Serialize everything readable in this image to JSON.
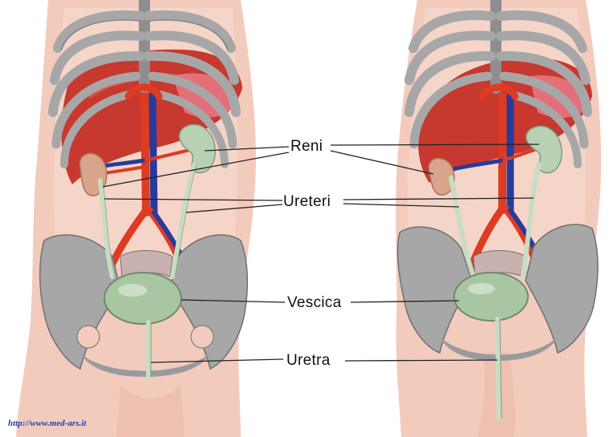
{
  "labels": {
    "kidneys": "Reni",
    "ureters": "Ureteri",
    "bladder": "Vescica",
    "urethra": "Uretra"
  },
  "credit": "http://www.med-ars.it",
  "colors": {
    "skin": "#f2cbbd",
    "skin_light": "#f8e2d8",
    "bone": "#a7a7a8",
    "bone_edge": "#6f6f72",
    "liver": "#c7382e",
    "artery": "#dd3b22",
    "vein": "#2a3a9a",
    "kidney": "#b9d1b3",
    "ureter": "#c8dcc4",
    "bladder": "#a8c6a2",
    "label_line": "#222222",
    "credit": "#1a3fb8"
  }
}
